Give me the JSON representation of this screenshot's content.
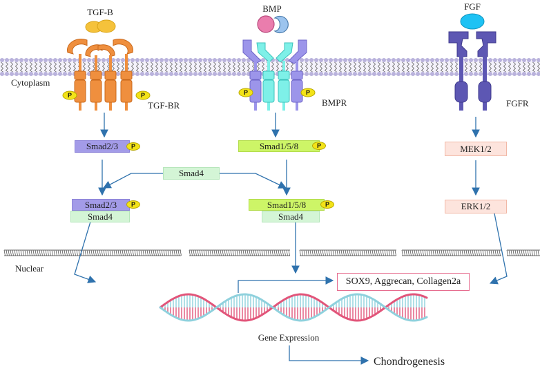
{
  "ligands": {
    "tgf": "TGF-B",
    "bmp": "BMP",
    "fgf": "FGF"
  },
  "receptors": {
    "tgf": "TGF-BR",
    "bmp": "BMPR",
    "fgf": "FGFR"
  },
  "compartments": {
    "cytoplasm": "Cytoplasm",
    "nuclear": "Nuclear"
  },
  "signals": {
    "smad23": "Smad2/3",
    "smad158": "Smad1/5/8",
    "smad4": "Smad4",
    "mek": "MEK1/2",
    "erk": "ERK1/2",
    "phospho": "P"
  },
  "targets": {
    "genes": "SOX9, Aggrecan, Collagen2a",
    "gene_expression": "Gene Expression",
    "outcome": "Chondrogenesis"
  },
  "colors": {
    "membrane": "#b9b2dc",
    "tgf_ligand": "#f5c23b",
    "tgf_receptor": "#ef8f3e",
    "bmp_ligand_a": "#ea7dad",
    "bmp_ligand_b": "#9cc4ee",
    "bmp_receptor_a": "#9c95ea",
    "bmp_receptor_b": "#7ef0e8",
    "fgf_ligand": "#1ec2f4",
    "fgf_receptor": "#5d57b3",
    "arrow": "#2f72ad",
    "dna_pink": "#e2557a",
    "dna_blue": "#8fd1dd"
  }
}
